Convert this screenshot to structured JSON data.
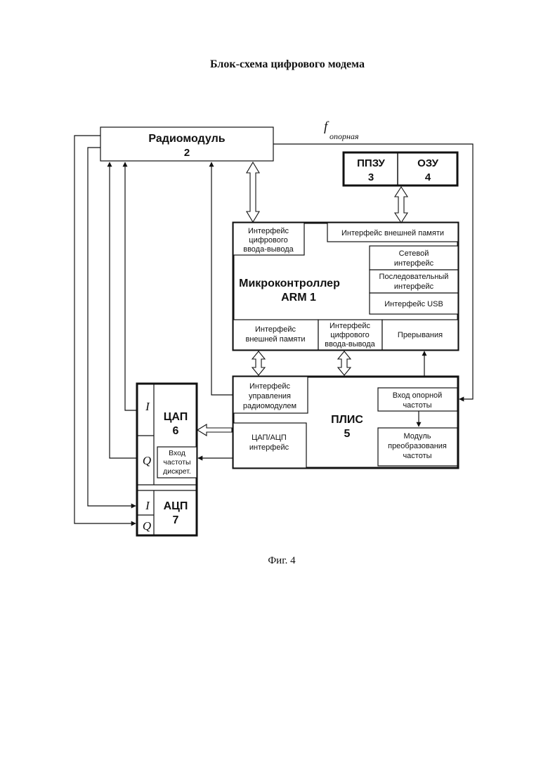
{
  "title": "Блок-схема цифрового модема",
  "caption": "Фиг. 4",
  "signals": {
    "fref_symbol": "f",
    "fref_subscript": "опорная"
  },
  "blocks": {
    "radio": {
      "title": "Радиомодуль",
      "number": "2"
    },
    "rom": {
      "title": "ППЗУ",
      "number": "3"
    },
    "ram": {
      "title": "ОЗУ",
      "number": "4"
    },
    "mcu": {
      "title": "Микроконтроллер",
      "number": "ARM 1",
      "dio_top": [
        "Интерфейс",
        "цифрового",
        "ввода-вывода"
      ],
      "ext_mem_top": "Интерфейс внешней памяти",
      "network": [
        "Сетевой",
        "интерфейс"
      ],
      "serial": [
        "Последовательный",
        "интерфейс"
      ],
      "usb": "Интерфейс USB",
      "ext_mem_bottom": [
        "Интерфейс",
        "внешней памяти"
      ],
      "dio_bottom": [
        "Интерфейс",
        "цифрового",
        "ввода-вывода"
      ],
      "interrupts": "Прерывания"
    },
    "fpga": {
      "title": "ПЛИС",
      "number": "5",
      "radio_ctrl": [
        "Интерфейс",
        "управления",
        "радиомодулем"
      ],
      "dac_adc_if": [
        "ЦАП/АЦП",
        "интерфейс"
      ],
      "ref_in": [
        "Вход опорной",
        "частоты"
      ],
      "freq_conv": [
        "Модуль",
        "преобразования",
        "частоты"
      ]
    },
    "dac": {
      "title": "ЦАП",
      "number": "6",
      "i": "I",
      "q": "Q",
      "sample_clock": [
        "Вход",
        "частоты",
        "дискрет."
      ]
    },
    "adc": {
      "title": "АЦП",
      "number": "7",
      "i": "I",
      "q": "Q"
    }
  }
}
